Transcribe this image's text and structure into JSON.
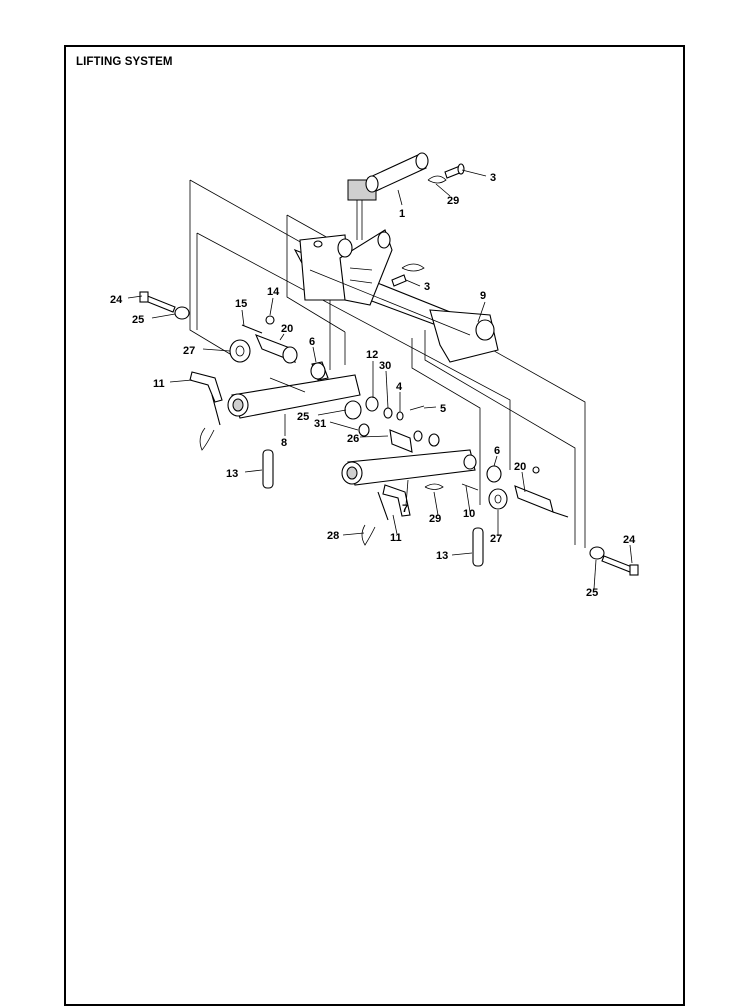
{
  "title": "LIFTING SYSTEM",
  "callouts": [
    {
      "id": "c1",
      "label": "1"
    },
    {
      "id": "c3a",
      "label": "3"
    },
    {
      "id": "c29a",
      "label": "29"
    },
    {
      "id": "c3b",
      "label": "3"
    },
    {
      "id": "c9",
      "label": "9"
    },
    {
      "id": "c24a",
      "label": "24"
    },
    {
      "id": "c25a",
      "label": "25"
    },
    {
      "id": "c15",
      "label": "15"
    },
    {
      "id": "c14",
      "label": "14"
    },
    {
      "id": "c20a",
      "label": "20"
    },
    {
      "id": "c6a",
      "label": "6"
    },
    {
      "id": "c27a",
      "label": "27"
    },
    {
      "id": "c11a",
      "label": "11"
    },
    {
      "id": "c12",
      "label": "12"
    },
    {
      "id": "c30",
      "label": "30"
    },
    {
      "id": "c4",
      "label": "4"
    },
    {
      "id": "c5",
      "label": "5"
    },
    {
      "id": "c25b",
      "label": "25"
    },
    {
      "id": "c31",
      "label": "31"
    },
    {
      "id": "c8",
      "label": "8"
    },
    {
      "id": "c26",
      "label": "26"
    },
    {
      "id": "c13a",
      "label": "13"
    },
    {
      "id": "c6b",
      "label": "6"
    },
    {
      "id": "c20b",
      "label": "20"
    },
    {
      "id": "c7",
      "label": "7"
    },
    {
      "id": "c29b",
      "label": "29"
    },
    {
      "id": "c10",
      "label": "10"
    },
    {
      "id": "c28",
      "label": "28"
    },
    {
      "id": "c11b",
      "label": "11"
    },
    {
      "id": "c27b",
      "label": "27"
    },
    {
      "id": "c13b",
      "label": "13"
    },
    {
      "id": "c24b",
      "label": "24"
    },
    {
      "id": "c25c",
      "label": "25"
    }
  ]
}
